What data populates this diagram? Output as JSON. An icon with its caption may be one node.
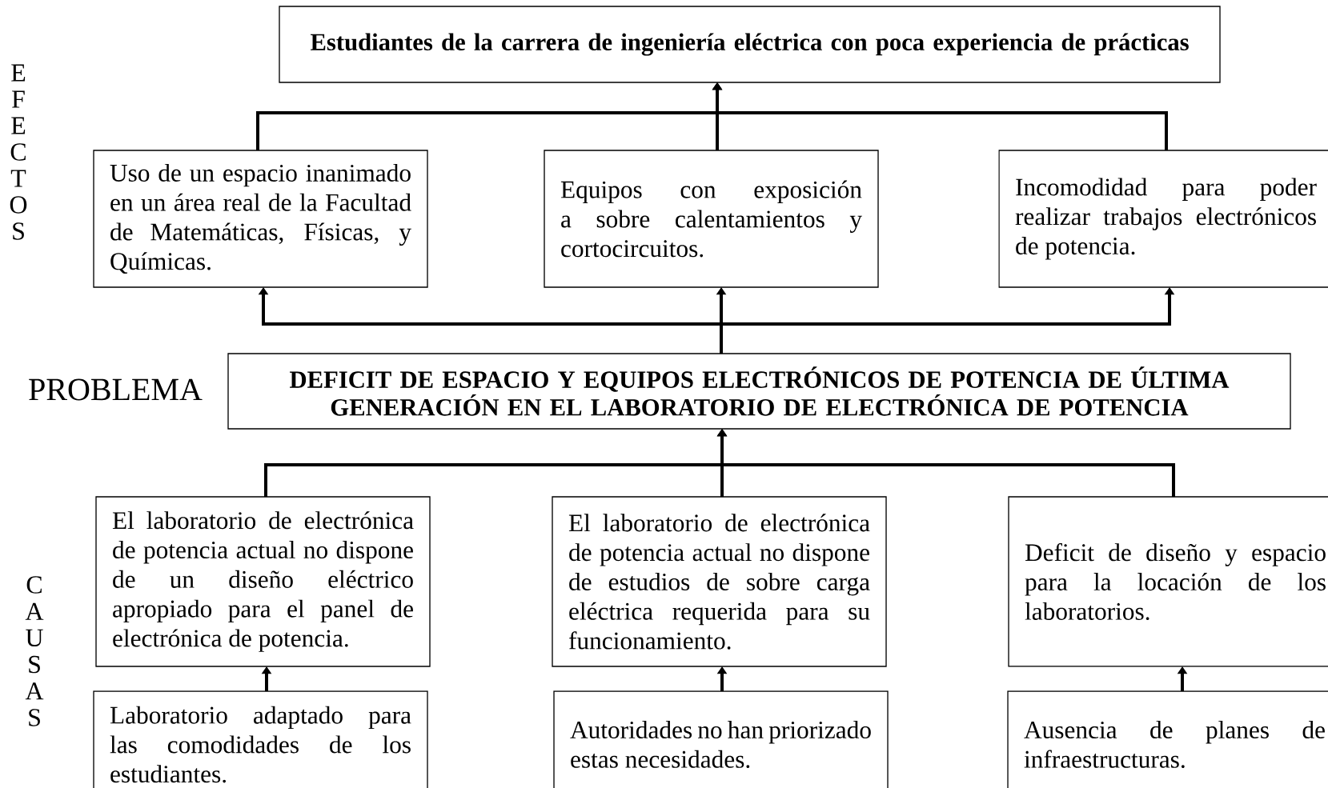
{
  "diagram": {
    "nodes": [
      {
        "text": [
          "Estudiantes de la carrera de ingeniería eléctrica con poca experiencia de prácticas"
        ]
      },
      {
        "text": [
          "Uso de un espacio inanimado en un área real de la Facultad de Matemáticas, Físicas, y Químicas."
        ]
      },
      {
        "text": [
          "Equipos con exposición a sobre calentamientos y cortocircuitos."
        ]
      },
      {
        "text": [
          "Incomodidad para poder realizar trabajos electrónicos de potencia."
        ]
      },
      {
        "text": [
          "DEFICIT DE ESPACIO Y EQUIPOS ELECTRÓNICOS DE POTENCIA DE ÚLTIMA GENERACIÓN EN EL LABORATORIO DE ELECTRÓNICA DE POTENCIA"
        ]
      },
      {
        "text": [
          "El laboratorio de electrónica de potencia actual no dispone de un diseño eléctrico apropiado para el panel de electrónica de potencia."
        ]
      },
      {
        "text": [
          "El laboratorio de electrónica de potencia actual no dispone de estudios de sobre carga eléctrica requerida para su funcionamiento."
        ]
      },
      {
        "text": [
          "Deficit de diseño y espacio para la  locación de los laboratorios."
        ]
      },
      {
        "text": [
          "Laboratorio adaptado para las comodidades de los estudiantes."
        ]
      },
      {
        "text": [
          "Autoridades no han priorizado estas necesidades."
        ]
      },
      {
        "text": [
          "Ausencia de planes de infraestructuras."
        ]
      }
    ],
    "edges": [
      {
        "from": 1,
        "to": 0,
        "arrow": "to"
      },
      {
        "from": 2,
        "to": 0,
        "arrow": "to"
      },
      {
        "from": 3,
        "to": 0,
        "arrow": "to"
      },
      {
        "from": 4,
        "to": 1,
        "arrow": "to"
      },
      {
        "from": 4,
        "to": 2,
        "arrow": "to"
      },
      {
        "from": 4,
        "to": 3,
        "arrow": "to"
      },
      {
        "from": 5,
        "to": 4,
        "arrow": "to"
      },
      {
        "from": 6,
        "to": 4,
        "arrow": "to"
      },
      {
        "from": 7,
        "to": 4,
        "arrow": "to"
      },
      {
        "from": 8,
        "to": 5,
        "arrow": "to"
      },
      {
        "from": 9,
        "to": 6,
        "arrow": "to"
      },
      {
        "from": 10,
        "to": 7,
        "arrow": "to"
      }
    ],
    "labels": [
      "E",
      "F",
      "E",
      "C",
      "T",
      "O",
      "S",
      "PROBLEMA",
      "C",
      "A",
      "U",
      "S",
      "A",
      "S"
    ]
  }
}
